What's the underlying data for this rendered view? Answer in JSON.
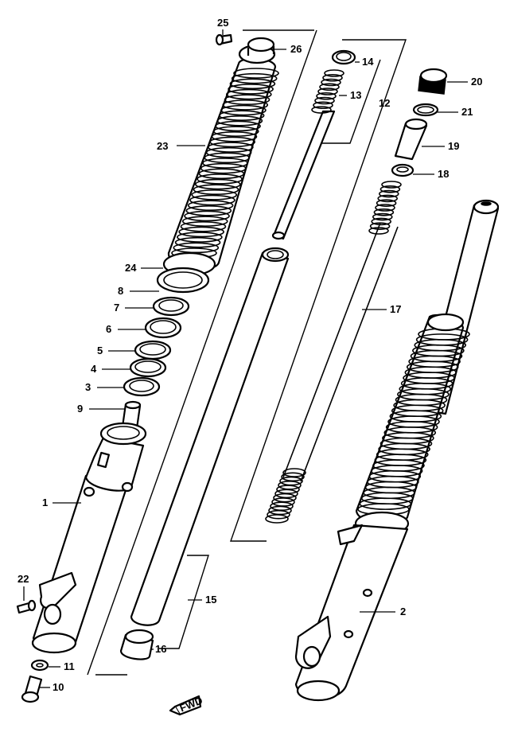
{
  "callouts": [
    {
      "id": "25",
      "label": "25"
    },
    {
      "id": "26",
      "label": "26"
    },
    {
      "id": "23",
      "label": "23"
    },
    {
      "id": "24",
      "label": "24"
    },
    {
      "id": "8",
      "label": "8"
    },
    {
      "id": "7",
      "label": "7"
    },
    {
      "id": "6",
      "label": "6"
    },
    {
      "id": "5",
      "label": "5"
    },
    {
      "id": "4",
      "label": "4"
    },
    {
      "id": "3",
      "label": "3"
    },
    {
      "id": "9",
      "label": "9"
    },
    {
      "id": "1",
      "label": "1"
    },
    {
      "id": "22",
      "label": "22"
    },
    {
      "id": "11",
      "label": "11"
    },
    {
      "id": "10",
      "label": "10"
    },
    {
      "id": "14",
      "label": "14"
    },
    {
      "id": "13",
      "label": "13"
    },
    {
      "id": "12",
      "label": "12"
    },
    {
      "id": "20",
      "label": "20"
    },
    {
      "id": "21",
      "label": "21"
    },
    {
      "id": "19",
      "label": "19"
    },
    {
      "id": "18",
      "label": "18"
    },
    {
      "id": "17",
      "label": "17"
    },
    {
      "id": "15",
      "label": "15"
    },
    {
      "id": "16",
      "label": "16"
    },
    {
      "id": "2",
      "label": "2"
    }
  ],
  "fwd_marker": "FWD"
}
